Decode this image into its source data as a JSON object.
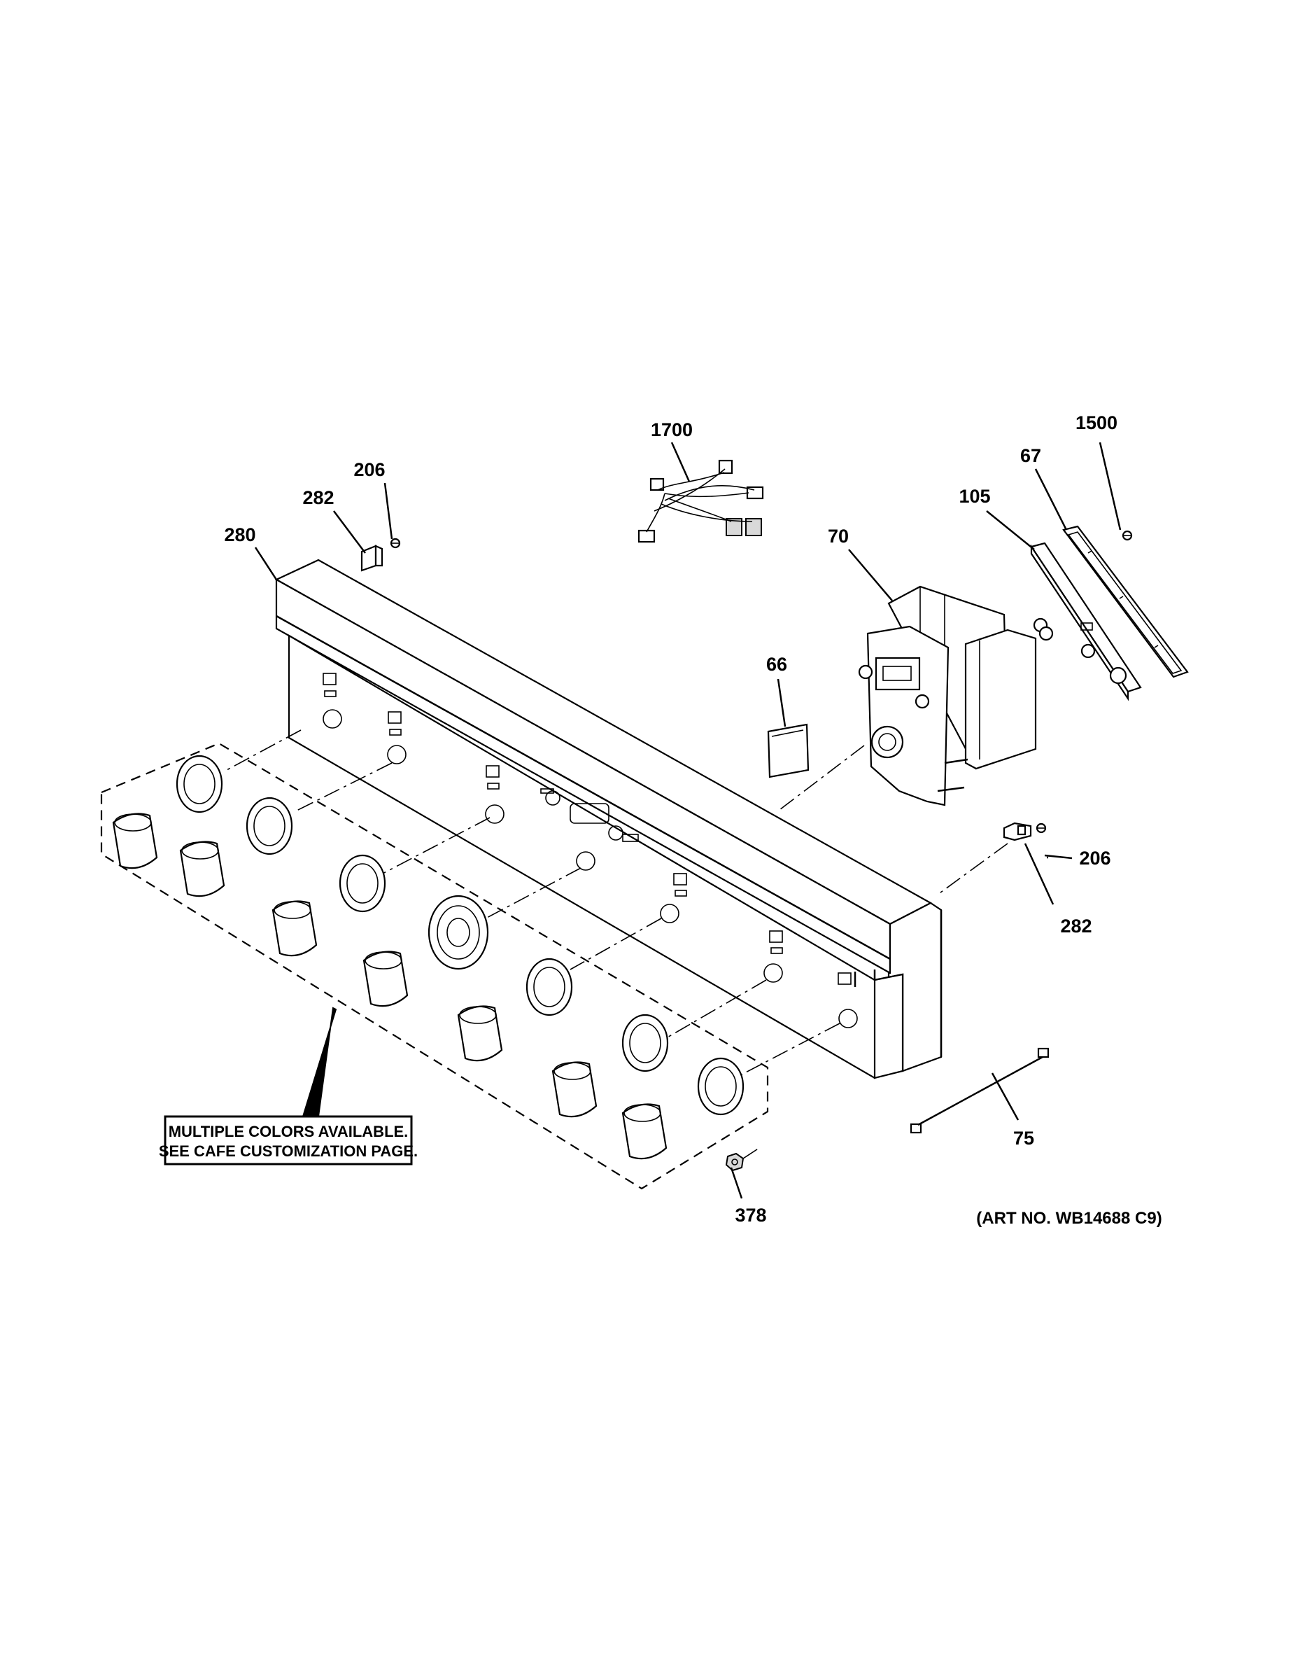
{
  "callouts": [
    {
      "id": "1700",
      "label": "1700"
    },
    {
      "id": "1500",
      "label": "1500"
    },
    {
      "id": "67",
      "label": "67"
    },
    {
      "id": "206a",
      "label": "206"
    },
    {
      "id": "105",
      "label": "105"
    },
    {
      "id": "282a",
      "label": "282"
    },
    {
      "id": "70",
      "label": "70"
    },
    {
      "id": "280",
      "label": "280"
    },
    {
      "id": "66",
      "label": "66"
    },
    {
      "id": "206b",
      "label": "206"
    },
    {
      "id": "282b",
      "label": "282"
    },
    {
      "id": "75",
      "label": "75"
    },
    {
      "id": "378",
      "label": "378"
    }
  ],
  "note": {
    "line1": "MULTIPLE COLORS AVAILABLE.",
    "line2": "SEE CAFE CUSTOMIZATION PAGE."
  },
  "art_number": "(ART NO. WB14688 C9)"
}
